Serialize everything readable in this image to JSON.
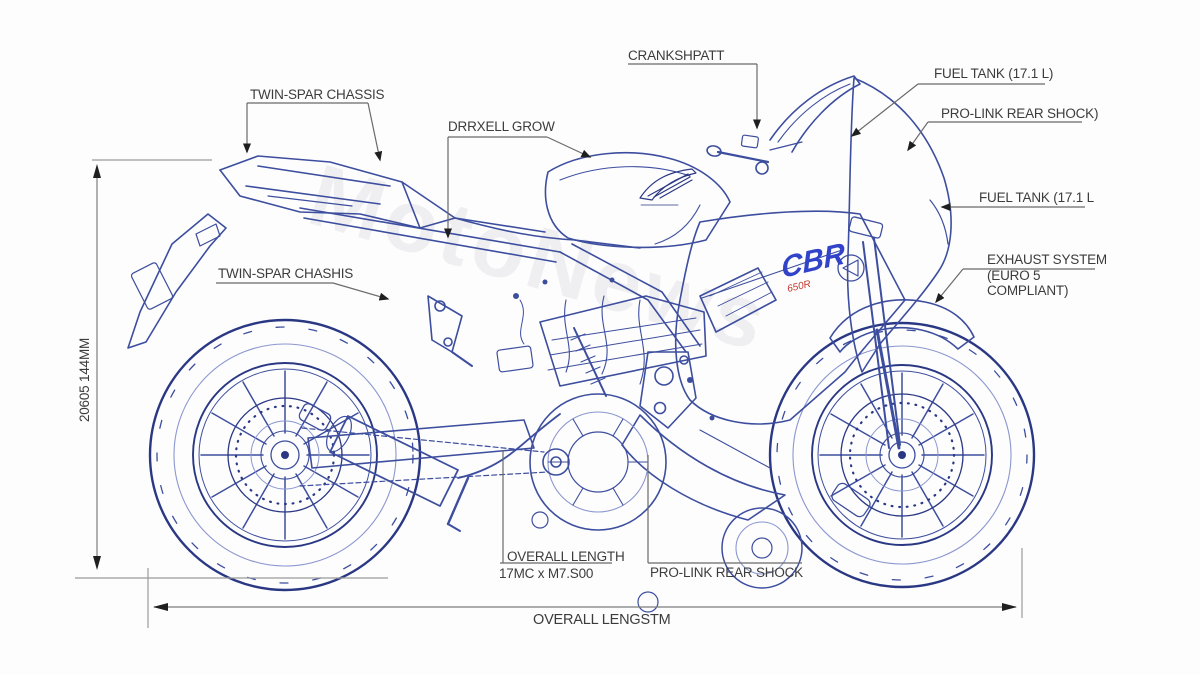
{
  "callouts": {
    "twin_spar_top": "TWIN-SPAR CHASSIS",
    "drrxell": "DRRXELL GROW",
    "crankshaft": "CRANKSHPATT",
    "fuel_tank_top": "FUEL TANK (17.1 L)",
    "pro_link_right": "PRO-LINK REAR SHOCK)",
    "fuel_tank_mid": "FUEL TANK (17.1 L",
    "exhaust_line1": "EXHAUST SYSTEM",
    "exhaust_line2": "(EURO 5",
    "exhaust_line3": "COMPLIANT)",
    "twin_spar_left": "TWIN-SPAR CHASHIS",
    "overall_length": "OVERALL LENGTH",
    "overall_length_sub": "17MC x M7.S00",
    "pro_link_bottom": "PRO-LINK REAR SHOCK",
    "overall_bottom": "OVERALL LENGSTM",
    "height_dim": "20605 144MM"
  },
  "decals": {
    "fairing": "CBR",
    "fairing_sub": "650R",
    "tank_logo": "honda-wing-icon"
  },
  "watermark": "MotoNews",
  "colors": {
    "line_blue": "#3d4e9e",
    "line_navy": "#2a3884",
    "line_light": "#8b97cf",
    "label_text": "#3c3c3c",
    "leader": "#6a6a6a",
    "dimension": "#9a9a9a",
    "decal_blue": "#3143c9",
    "decal_red": "#c0392b"
  }
}
